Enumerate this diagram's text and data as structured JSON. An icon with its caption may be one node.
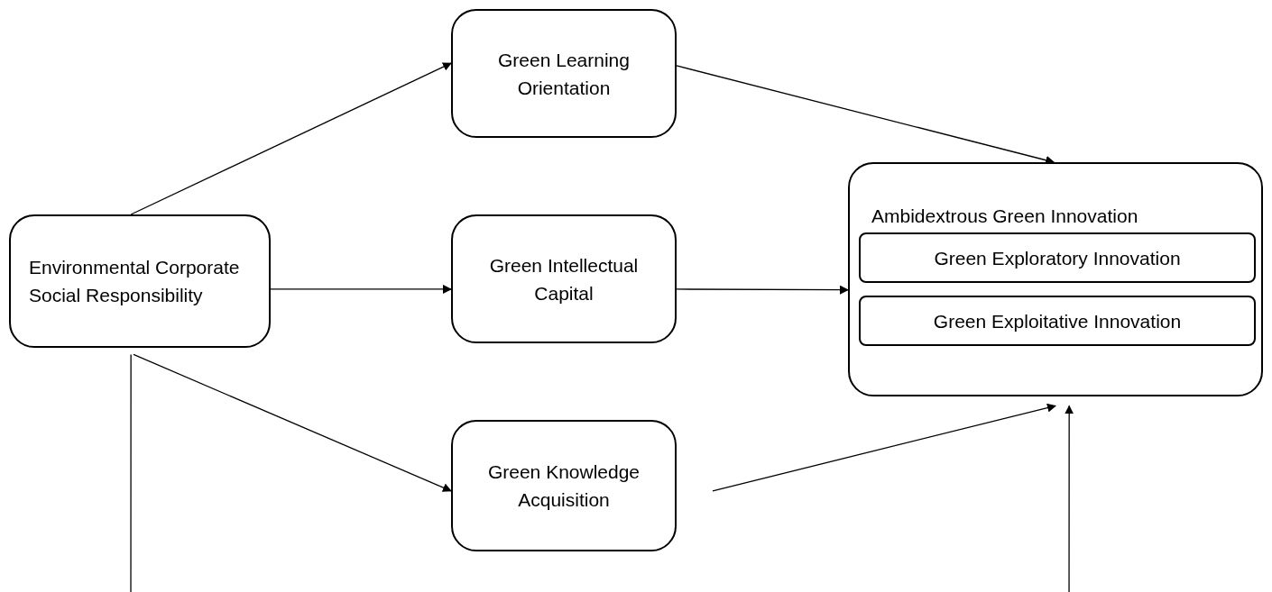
{
  "diagram": {
    "nodes": [
      {
        "text": [
          "Environmental Corporate Social Responsibility"
        ]
      },
      {
        "text": [
          "Green Learning Orientation"
        ]
      },
      {
        "text": [
          "Green Intellectual Capital"
        ]
      },
      {
        "text": [
          "Green Knowledge Acquisition"
        ]
      },
      {
        "text": [
          "Ambidextrous Green Innovation"
        ]
      },
      {
        "text": [
          "Green Exploratory Innovation"
        ],
        "in": 4
      },
      {
        "text": [
          "Green Exploitative Innovation"
        ],
        "in": 4
      }
    ],
    "edges": [
      {
        "from": 0,
        "to": 1,
        "arrow": "to"
      },
      {
        "from": 0,
        "to": 2,
        "arrow": "to"
      },
      {
        "from": 0,
        "to": 3,
        "arrow": "to"
      },
      {
        "from": 1,
        "to": 4,
        "arrow": "to"
      },
      {
        "from": 2,
        "to": 4,
        "arrow": "to"
      },
      {
        "from": 3,
        "to": 4,
        "arrow": "to"
      },
      {
        "from": 0,
        "to": 4,
        "arrow": "to"
      }
    ]
  }
}
